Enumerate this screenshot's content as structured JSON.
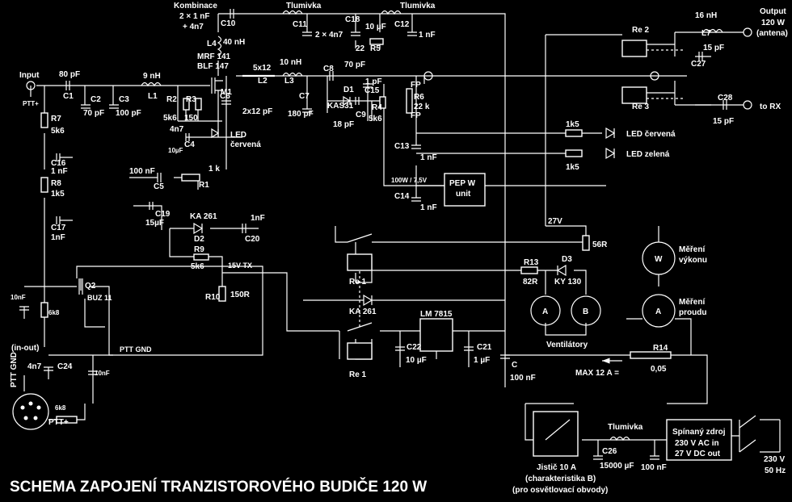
{
  "title": "SCHEMA ZAPOJENÍ TRANZISTOROVÉHO BUDIČE 120 W",
  "labels": {
    "input": "Input",
    "ptt_plus_top": "PTT+",
    "c1": "C1",
    "c1_val": "80 pF",
    "c2": "C2",
    "c2_val": "70 pF",
    "c3": "C3",
    "c3_val": "100 pF",
    "l1": "L1",
    "l1_val": "9 nH",
    "kombinace": "Kombinace",
    "kombinace_val1": "2 × 1 nF",
    "kombinace_val2": "+ 4n7",
    "c10": "C10",
    "tlumivka1": "Tlumivka",
    "tlumivka2": "Tlumivka",
    "tlumivka3": "Tlumivka",
    "c11": "C11",
    "c11_val": "2 × 4n7",
    "c18": "C18",
    "c18_val": "10 µF",
    "r5_val": "22",
    "r5": "R5",
    "c12": "C12",
    "c12_val": "1 nF",
    "l4": "L4",
    "l4_val": "40 nH",
    "mrf1": "MRF 141",
    "mrf2": "BLF 147",
    "m1": "M1",
    "l2_val": "5x12",
    "l2": "L2",
    "l3_val": "10 nH",
    "l3": "L3",
    "c8": "C8",
    "c8_val": "70 pF",
    "c6": "C6",
    "c6_val": "2x12 pF",
    "c7": "C7",
    "c7_val": "180 pF",
    "d1": "D1",
    "ka531": "KAS31",
    "c9": "C9",
    "c9_val": "18 pF",
    "c15": "C15",
    "c15_val": "1 pF",
    "r4": "R4",
    "r4_val": "5k6",
    "fp1": "FP",
    "fp2": "FP",
    "r6": "R6",
    "r6_val": "22 k",
    "r2": "R2",
    "r3": "R3",
    "r2_val": "5k6",
    "r3_val": "150",
    "c4_val": "4n7",
    "c4": "C4",
    "c4b_val": "10µF",
    "led_red1": "LED",
    "led_red2": "červená",
    "r7": "R7",
    "r7_val": "5k6",
    "c16": "C16",
    "c16_val": "1 nF",
    "r8": "R8",
    "r8_val": "1k5",
    "c17": "C17",
    "c17_val": "1nF",
    "c5_val": "100 nF",
    "c5": "C5",
    "r1_val": "1 k",
    "r1": "R1",
    "c19": "C19",
    "c19_val": "15µF",
    "ka261_top": "KA 261",
    "d2": "D2",
    "c20_val": "1nF",
    "c20": "C20",
    "r9": "R9",
    "r9_val": "5k6",
    "v15": "15V TX",
    "r10": "R10",
    "r10_val": "150R",
    "c13": "C13",
    "c13_val": "1 nF",
    "c14": "C14",
    "c14_val": "1 nF",
    "pep_label": "100W / 7,5V",
    "pep_box1": "PEP W",
    "pep_box2": "unit",
    "led_r_1k5": "1k5",
    "led_g_1k5": "1k5",
    "led_cervena": "LED červená",
    "led_zelena": "LED zelená",
    "re2": "Re 2",
    "re3": "Re 3",
    "l7_val": "16 nH",
    "l7": "L7",
    "c27": "C27",
    "c27_val": "15 pF",
    "c28": "C28",
    "c28_val": "15 pF",
    "output1": "Output",
    "output2": "120 W",
    "output3": "(antena)",
    "to_rx": "to RX",
    "v27": "27V",
    "r56": "56R",
    "w_meter": "W",
    "mereni_vykonu1": "Měření",
    "mereni_vykonu2": "výkonu",
    "r13": "R13",
    "r13_val": "82R",
    "d3": "D3",
    "ky130": "KY 130",
    "fan_a": "A",
    "fan_b": "B",
    "ventilatory": "Ventilátory",
    "a_meter": "A",
    "mereni_proudu1": "Měření",
    "mereni_proudu2": "proudu",
    "r14": "R14",
    "r14_val": "0,05",
    "max12": "MAX 12 A =",
    "re1_top": "Re 1",
    "ka261_mid": "KA 261",
    "lm7815": "LM 7815",
    "re1_bot": "Re 1",
    "c22": "C22",
    "c22_val": "10 µF",
    "c21": "C21",
    "c21_val": "1 µF",
    "c_small": "C",
    "c_val": "100 nF",
    "q2": "Q2",
    "buz11": "BUZ 11",
    "c10nf_left": "10nF",
    "r6k8_v": "6k8",
    "ptt_gnd_net": "PTT GND",
    "in_out": "(in-out)",
    "ptt_gnd_conn": "PTT GND",
    "c24_val": "4n7",
    "c24": "C24",
    "c10nf_mid": "10nF",
    "r6k8_h": "6k8",
    "ptt_plus_bot": "PTT+",
    "jistic": "Jistič 10 A",
    "charakteristika": "(charakteristika B)",
    "osvetleni": "(pro osvětlovací obvody)",
    "c26": "C26",
    "c26_val": "15000 µF",
    "c100nf_psu": "100 nF",
    "spinany1": "Spínaný zdroj",
    "spinany2": "230 V AC in",
    "spinany3": "27 V DC out",
    "ac1": "230 V",
    "ac2": "50 Hz"
  }
}
